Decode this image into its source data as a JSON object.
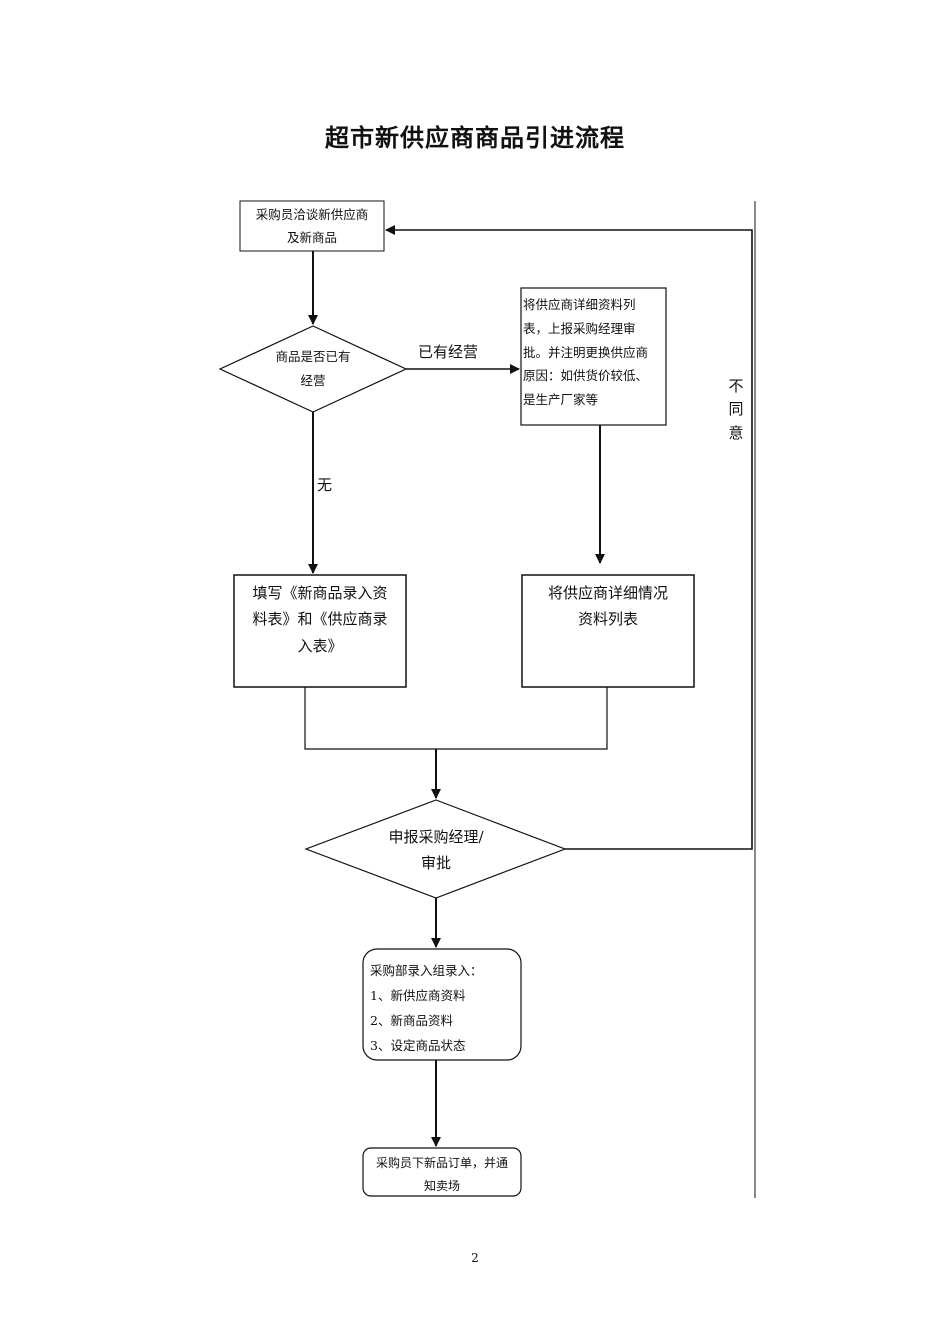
{
  "title": "超市新供应商商品引进流程",
  "nodes": {
    "start": [
      "采购员洽谈新供应商",
      "及新商品"
    ],
    "decision_existing": [
      "商品是否已有",
      "经营"
    ],
    "list_report": [
      "将供应商详细资料列",
      "表，上报采购经理审",
      "批。并注明更换供应商",
      "原因：如供货价较低、",
      "是生产厂家等"
    ],
    "fill_forms": [
      "填写《新商品录入资",
      "料表》和《供应商录",
      "入表》"
    ],
    "list_details": [
      "将供应商详细情况",
      "资料列表"
    ],
    "decision_manager": [
      "申报采购经理/",
      "审批"
    ],
    "entry_group": [
      "采购部录入组录入：",
      "1、新供应商资料",
      "2、新商品资料",
      "3、设定商品状态"
    ],
    "order": [
      "采购员下新品订单，并通",
      "知卖场"
    ]
  },
  "edge_labels": {
    "existing": "已有经营",
    "none": "无",
    "disagree": [
      "不",
      "同",
      "意"
    ]
  },
  "page_number": "2"
}
